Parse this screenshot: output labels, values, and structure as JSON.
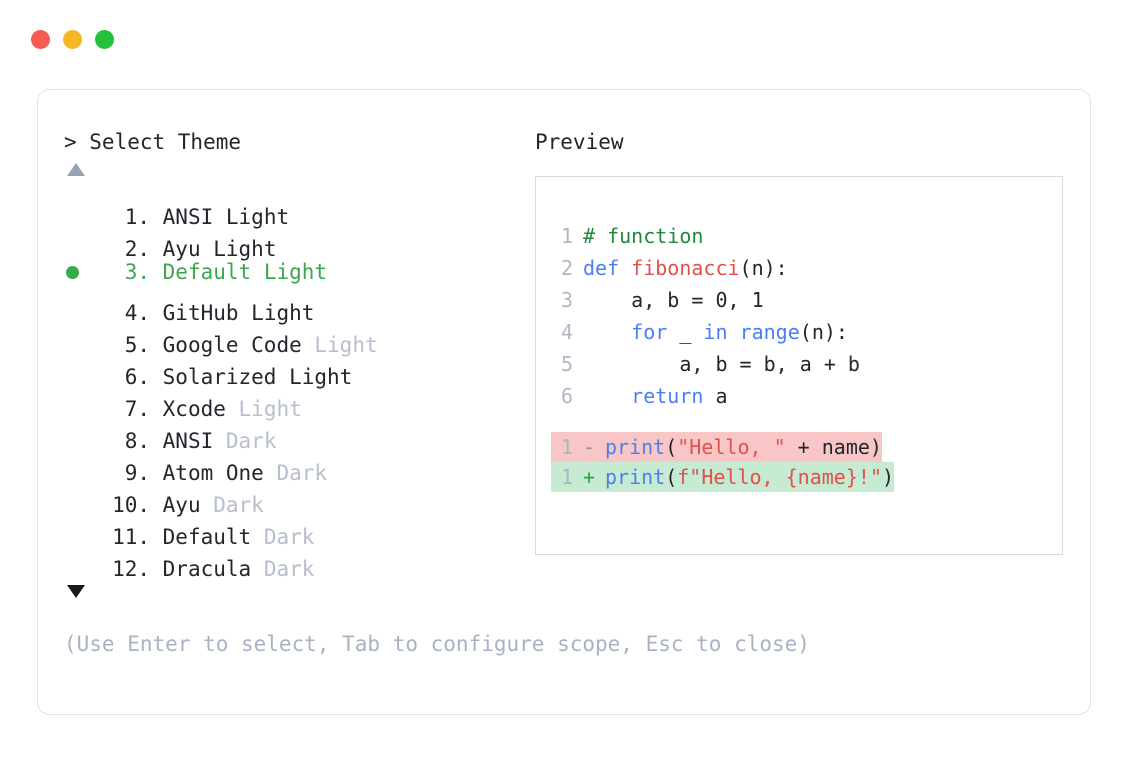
{
  "window": {
    "controls": [
      {
        "name": "close",
        "color": "#f65a53"
      },
      {
        "name": "minimize",
        "color": "#f7b528"
      },
      {
        "name": "maximize",
        "color": "#25c03c"
      }
    ]
  },
  "prompt": {
    "caret": ">",
    "title": "Select Theme",
    "full": "> Select Theme"
  },
  "scroll": {
    "up_icon": "triangle-up-icon",
    "down_icon": "triangle-down-icon",
    "up_color": "#97a2b5",
    "down_color": "#16191f"
  },
  "theme_list": {
    "selected_index": 3,
    "selected_color": "#3aa84f",
    "items": [
      {
        "index": "1.",
        "name": "ANSI",
        "tag": "Light",
        "tag_muted": false,
        "selected": false
      },
      {
        "index": "2.",
        "name": "Ayu",
        "tag": "Light",
        "tag_muted": false,
        "selected": false
      },
      {
        "index": "3.",
        "name": "Default",
        "tag": "Light",
        "tag_muted": false,
        "selected": true
      },
      {
        "index": "4.",
        "name": "GitHub",
        "tag": "Light",
        "tag_muted": false,
        "selected": false
      },
      {
        "index": "5.",
        "name": "Google Code",
        "tag": "Light",
        "tag_muted": true,
        "selected": false
      },
      {
        "index": "6.",
        "name": "Solarized",
        "tag": "Light",
        "tag_muted": false,
        "selected": false
      },
      {
        "index": "7.",
        "name": "Xcode",
        "tag": "Light",
        "tag_muted": true,
        "selected": false
      },
      {
        "index": "8.",
        "name": "ANSI",
        "tag": "Dark",
        "tag_muted": true,
        "selected": false
      },
      {
        "index": "9.",
        "name": "Atom One",
        "tag": "Dark",
        "tag_muted": true,
        "selected": false
      },
      {
        "index": "10.",
        "name": "Ayu",
        "tag": "Dark",
        "tag_muted": true,
        "selected": false
      },
      {
        "index": "11.",
        "name": "Default",
        "tag": "Dark",
        "tag_muted": true,
        "selected": false
      },
      {
        "index": "12.",
        "name": "Dracula",
        "tag": "Dark",
        "tag_muted": true,
        "selected": false
      }
    ]
  },
  "footer": {
    "hint": "(Use Enter to select, Tab to configure scope, Esc to close)"
  },
  "preview": {
    "label": "Preview",
    "code_lines": [
      {
        "n": "1",
        "tokens": [
          {
            "t": "# function",
            "c": "comment"
          }
        ]
      },
      {
        "n": "2",
        "tokens": [
          {
            "t": "def ",
            "c": "kw"
          },
          {
            "t": "fibonacci",
            "c": "fn"
          },
          {
            "t": "(n):",
            "c": "plain"
          }
        ]
      },
      {
        "n": "3",
        "tokens": [
          {
            "t": "    a, b = 0, 1",
            "c": "plain"
          }
        ]
      },
      {
        "n": "4",
        "tokens": [
          {
            "t": "    ",
            "c": "plain"
          },
          {
            "t": "for",
            "c": "kw"
          },
          {
            "t": " _ ",
            "c": "plain"
          },
          {
            "t": "in",
            "c": "kw"
          },
          {
            "t": " ",
            "c": "plain"
          },
          {
            "t": "range",
            "c": "builtin"
          },
          {
            "t": "(n):",
            "c": "plain"
          }
        ]
      },
      {
        "n": "5",
        "tokens": [
          {
            "t": "        a, b = b, a + b",
            "c": "plain"
          }
        ]
      },
      {
        "n": "6",
        "tokens": [
          {
            "t": "    ",
            "c": "plain"
          },
          {
            "t": "return",
            "c": "kw"
          },
          {
            "t": " a",
            "c": "plain"
          }
        ]
      }
    ],
    "diff_lines": [
      {
        "n": "1",
        "sign": "-",
        "kind": "del",
        "tokens": [
          {
            "t": "print",
            "c": "builtin"
          },
          {
            "t": "(",
            "c": "plain"
          },
          {
            "t": "\"Hello, \"",
            "c": "str"
          },
          {
            "t": " + name)",
            "c": "plain"
          }
        ]
      },
      {
        "n": "1",
        "sign": "+",
        "kind": "add",
        "tokens": [
          {
            "t": "print",
            "c": "builtin"
          },
          {
            "t": "(",
            "c": "plain"
          },
          {
            "t": "f\"Hello, {name}!\"",
            "c": "str"
          },
          {
            "t": ")",
            "c": "plain"
          }
        ]
      }
    ]
  },
  "colors": {
    "comment": "#1f8a3b",
    "keyword": "#4a7ef5",
    "function": "#e2504b",
    "string": "#e2504b",
    "plain": "#22262d",
    "line_number": "#b0b7c4",
    "diff_del_bg": "#f8c6c6",
    "diff_add_bg": "#c6ead2",
    "muted_text": "#b7becd",
    "hint_text": "#a9b2c4",
    "card_border": "#dfe3ea",
    "panel_border": "#d5dae3"
  }
}
